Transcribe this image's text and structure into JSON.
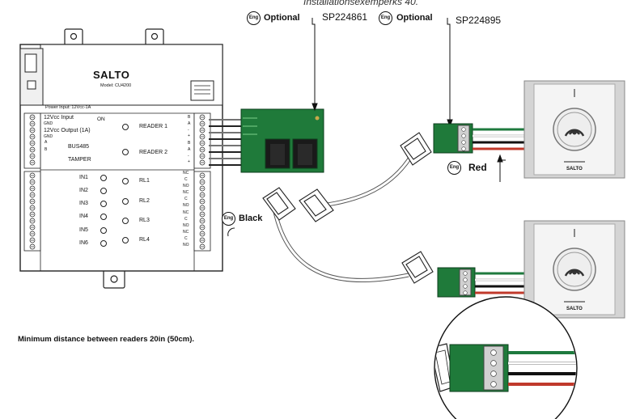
{
  "header": {
    "partial_caption": "Installationsexemperks 40.",
    "optional_label_left": "Optional",
    "optional_label_right": "Optional",
    "part_left": "SP224861",
    "part_right": "SP224895",
    "eng_badge": "Eng"
  },
  "controller": {
    "brand": "SALTO",
    "model": "Model: CU4200",
    "power_input": "Power Input: 12Vcc-1A",
    "on_label": "ON",
    "left_labels": [
      "12Vcc Input",
      "GND",
      "12Vcc Output (1A)",
      "GND",
      "A",
      "B",
      "BUS485",
      "TAMPER"
    ],
    "input_labels": [
      "IN1",
      "IN2",
      "IN3",
      "IN4",
      "IN5",
      "IN6"
    ],
    "reader_labels": [
      "READER 1",
      "READER 2"
    ],
    "relay_labels": [
      "RL1",
      "RL2",
      "RL3",
      "RL4"
    ],
    "reader_pins": [
      "B",
      "A",
      "-",
      "+"
    ],
    "relay_pins": [
      "NC",
      "C",
      "NO"
    ]
  },
  "wires": {
    "red_label": "Red",
    "black_label": "Black"
  },
  "readers": {
    "brand": "SALTO"
  },
  "footer": {
    "note": "Minimum distance between readers 20in (50cm)."
  },
  "colors": {
    "pcb_green": "#1f7a3a",
    "wire_green": "#1e7a3e",
    "wire_red": "#c0392b",
    "wire_black": "#111111",
    "reader_bezel": "#dcdcdc"
  }
}
